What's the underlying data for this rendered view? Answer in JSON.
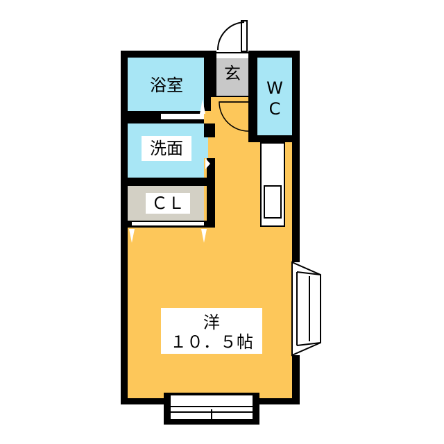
{
  "rooms": {
    "bath": {
      "label": "浴室"
    },
    "entrance": {
      "label": "玄"
    },
    "toilet": {
      "label_line1": "W",
      "label_line2": "C"
    },
    "washroom": {
      "label": "洗面"
    },
    "closet": {
      "label": "ＣＬ"
    },
    "main": {
      "label_line1": "洋",
      "label_line2": "１０．５帖"
    }
  },
  "colors": {
    "wall": "#000000",
    "main_room": "#fdc75a",
    "wet_room": "#a8e6f5",
    "closet": "#d3d0c5",
    "entrance": "#c8c8c8",
    "fixture": "#ffffff"
  }
}
